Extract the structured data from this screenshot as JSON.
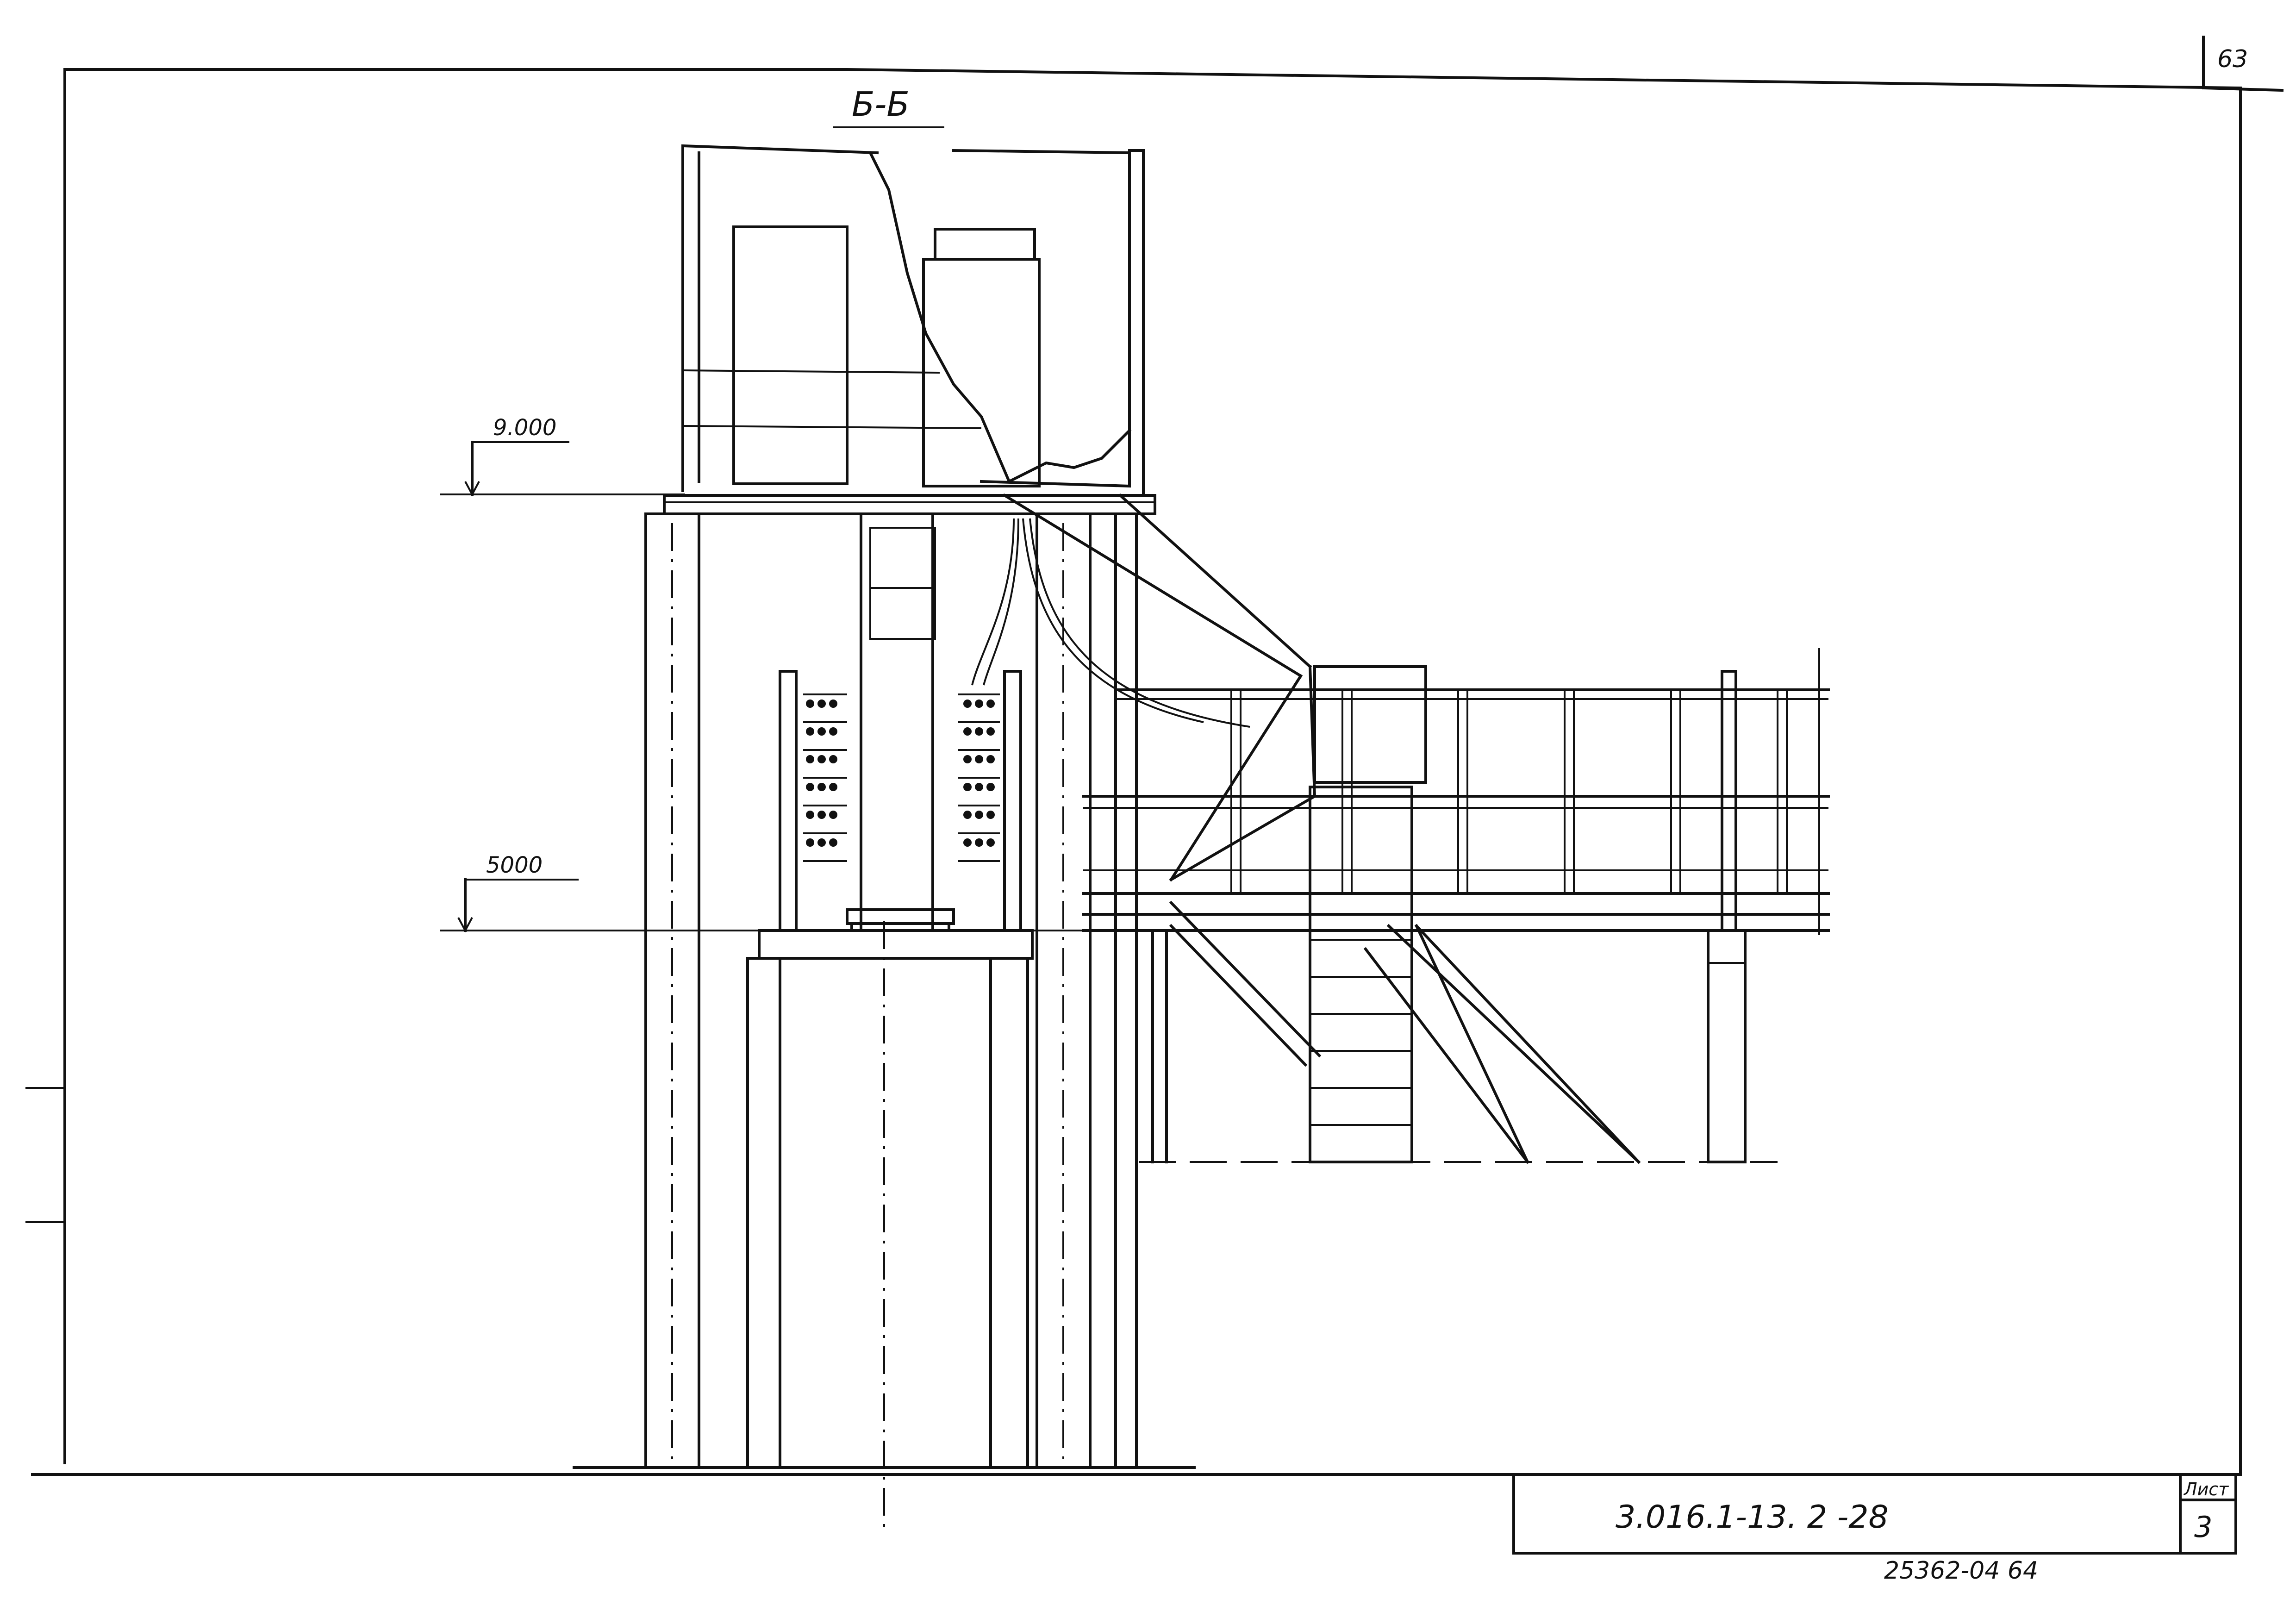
{
  "sheet": {
    "corner_number": "63",
    "section_title": "Б-Б",
    "bottom_note": "25362-04   64"
  },
  "levels": {
    "upper": "9.000",
    "lower": "5000"
  },
  "title_block": {
    "document_code": "3.016.1-13. 2 -28",
    "sheet_label": "Лист",
    "sheet_number": "3"
  }
}
